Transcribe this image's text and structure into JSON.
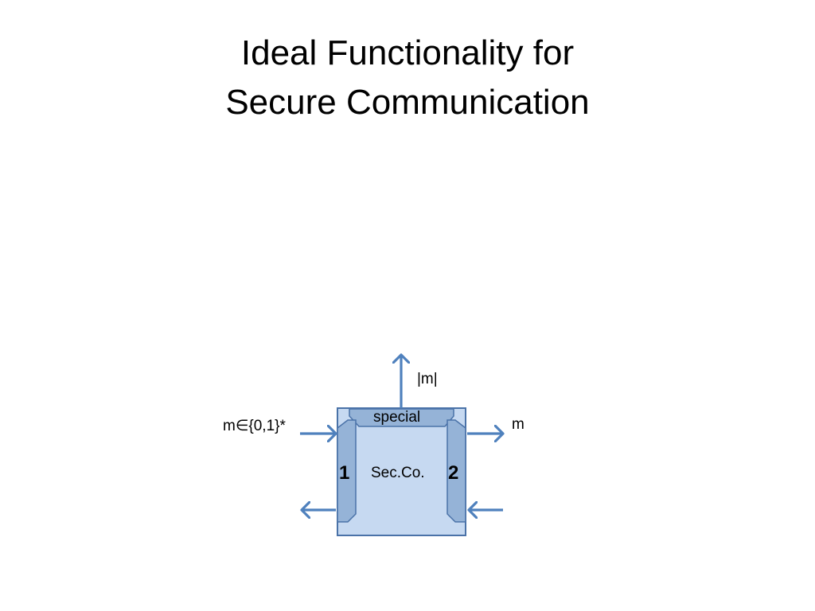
{
  "slide": {
    "title_line1": "Ideal Functionality for",
    "title_line2": "Secure Communication"
  },
  "diagram": {
    "box_label": "Sec.Co.",
    "special_label": "special",
    "port1_label": "1",
    "port2_label": "2",
    "input_label": "m∈{0,1}*",
    "output_label": "m",
    "leak_label": "|m|",
    "colors": {
      "box_fill": "#c6d9f1",
      "tab_fill": "#95b3d7",
      "stroke": "#4a72a8",
      "arrow": "#4f81bd"
    }
  }
}
